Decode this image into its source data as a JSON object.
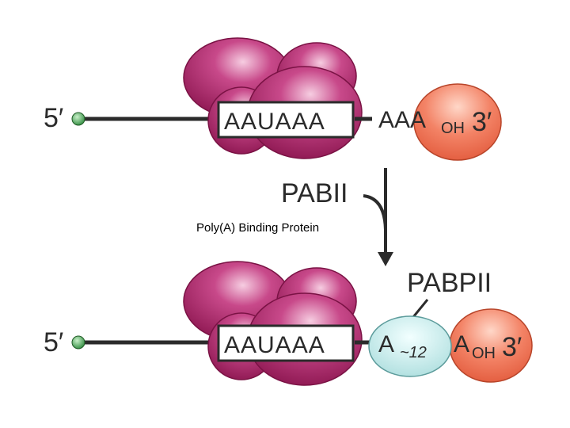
{
  "colors": {
    "complex": "#a3205f",
    "complex_light": "#f3c3dc",
    "cap_dot": "#3a9a4a",
    "cleavage_factor": "#ef6d52",
    "pabpii": "#bfe8e8",
    "line": "#2b2b2b"
  },
  "top": {
    "five_prime": "5′",
    "signal": "AAUAAA",
    "tail": "AAA",
    "oh": "OH",
    "three_prime": "3′"
  },
  "transition": {
    "label": "PABII",
    "caption": "Poly(A) Binding Protein"
  },
  "bottom": {
    "five_prime": "5′",
    "signal": "AAUAAA",
    "pabpii_label": "PABPII",
    "a_base": "A",
    "a_count": "~12",
    "tail": "A",
    "oh": "OH",
    "three_prime": "3′"
  }
}
